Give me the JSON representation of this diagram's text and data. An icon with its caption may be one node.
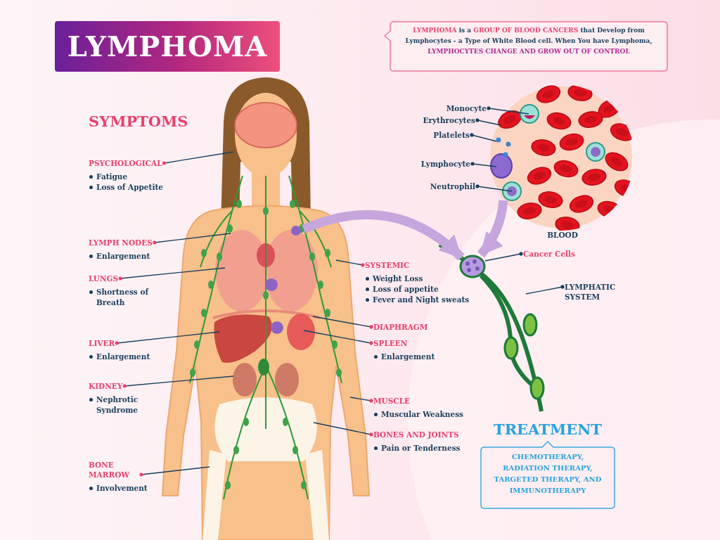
{
  "diagram": {
    "nodes": [
      {
        "text": [
          "LYMPHOMA"
        ]
      },
      {
        "text": [
          "**LYMPHOMA** is a **GROUP OF BLOOD CANCERS** that Develop from Lymphocytes - a Type of White Blood cell. When You have Lymphoma, **LYMPHOCYTES CHANGE AND GROW OUT OF CONTROL**"
        ]
      },
      {
        "text": [
          "PSYCHOLOGICAL",
          "Fatigue",
          "Loss of Appetite"
        ]
      },
      {
        "text": [
          "Monocyte"
        ]
      },
      {
        "text": [
          "Erythrocytes"
        ]
      },
      {
        "text": [
          "Platelets"
        ]
      },
      {
        "text": [
          "Lymphocyte"
        ]
      },
      {
        "text": [
          "Neutrophil"
        ]
      },
      {
        "text": [
          "BLOOD"
        ]
      },
      {
        "text": [
          "LYMPH NODES",
          "Enlargement"
        ]
      },
      {
        "text": [],
        "shape": "picture"
      },
      {
        "text": [
          "Cancer Cells"
        ]
      },
      {
        "text": [
          "SYSTEMIC",
          "Weight Loss",
          "Loss of appetite",
          "Fever and Night sweats"
        ]
      },
      {
        "text": [
          "LUNGS",
          "Shortness of Breath"
        ]
      },
      {
        "text": [
          "LYMPHATIC SYSTEM"
        ]
      },
      {
        "text": [
          "DIAPHRAGM"
        ]
      },
      {
        "text": [
          "LIVER",
          "Enlargement"
        ]
      },
      {
        "text": [
          "SPLEEN",
          "Enlargement"
        ]
      },
      {
        "text": [
          "KIDNEY",
          "Nephrotic Syndrome"
        ]
      },
      {
        "text": [
          "MUSCLE",
          "Muscular Weakness"
        ]
      },
      {
        "text": [
          "BONES AND JOINTS",
          "Pain or Tenderness"
        ]
      },
      {
        "text": [
          "TREATMENT",
          "CHEMOTHERAPY, RADIATION THERAPY, TARGETED THERAPY, AND IMMUNOTHERAPY"
        ]
      },
      {
        "text": [
          "BONE MARROW",
          "Involvement"
        ]
      }
    ],
    "edges": [
      {
        "from": 2,
        "to": null,
        "arrow": "other"
      },
      {
        "from": 3,
        "to": 8,
        "arrow": "other"
      },
      {
        "from": 4,
        "to": 8,
        "arrow": "other"
      },
      {
        "from": 5,
        "to": 8,
        "arrow": "other"
      },
      {
        "from": 6,
        "to": 8,
        "arrow": "other"
      },
      {
        "from": 7,
        "to": 8,
        "arrow": "other"
      },
      {
        "from": 9,
        "to": null,
        "arrow": "other"
      },
      {
        "from": null,
        "to": 10,
        "arrow": "to",
        "style": "thick",
        "color": "#c6a6dc"
      },
      {
        "from": 8,
        "to": 10,
        "arrow": "to",
        "style": "thick",
        "color": "#c6a6dc"
      },
      {
        "from": 11,
        "to": 10,
        "arrow": "other"
      },
      {
        "from": 12,
        "to": null,
        "arrow": "other"
      },
      {
        "from": 13,
        "to": null,
        "arrow": "other"
      },
      {
        "from": 14,
        "to": null,
        "arrow": "other"
      },
      {
        "from": 15,
        "to": null,
        "arrow": "other"
      },
      {
        "from": 16,
        "to": null,
        "arrow": "other"
      },
      {
        "from": 17,
        "to": null,
        "arrow": "other"
      },
      {
        "from": 18,
        "to": null,
        "arrow": "other"
      },
      {
        "from": 19,
        "to": null,
        "arrow": "other"
      },
      {
        "from": 20,
        "to": null,
        "arrow": "other"
      },
      {
        "from": 22,
        "to": null,
        "arrow": "other"
      }
    ],
    "labels": [
      "SYMPTOMS"
    ]
  }
}
